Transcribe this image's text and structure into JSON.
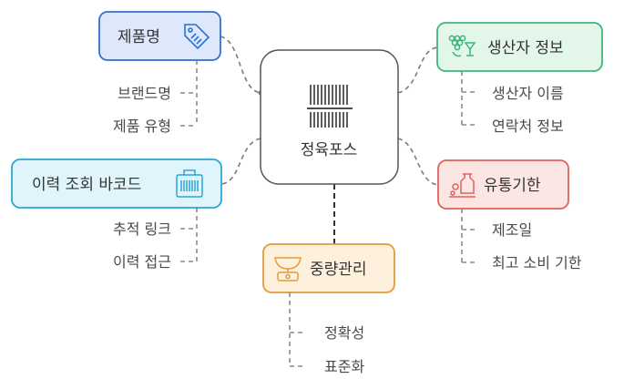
{
  "center": {
    "label": "정육포스"
  },
  "nodes": {
    "product_name": {
      "label": "제품명",
      "children": [
        "브랜드명",
        "제품 유형"
      ]
    },
    "producer_info": {
      "label": "생산자 정보",
      "children": [
        "생산자 이름",
        "연락처 정보"
      ]
    },
    "trace_barcode": {
      "label": "이력 조회 바코드",
      "children": [
        "추적 링크",
        "이력 접근"
      ]
    },
    "expiry": {
      "label": "유통기한",
      "children": [
        "제조일",
        "최고 소비 기한"
      ]
    },
    "weighing": {
      "label": "중량관리",
      "children": [
        "정확성",
        "표준화"
      ]
    }
  },
  "colors": {
    "blue": "#2f6fd6",
    "blue_fill": "#dde8fb",
    "green": "#3fb57a",
    "green_fill": "#e2f6ea",
    "cyan": "#27a6d6",
    "cyan_fill": "#dff4fb",
    "red": "#e0605c",
    "red_fill": "#fce6e4",
    "orange": "#e59a3c",
    "orange_fill": "#fdf0dd",
    "center_border": "#555555"
  },
  "icons": {
    "product_name": "price-tag-icon",
    "producer_info": "grapes-wine-icon",
    "trace_barcode": "barcode-bag-icon",
    "expiry": "expiry-jar-icon",
    "weighing": "weighing-scale-icon",
    "center": "barcode-icon"
  }
}
